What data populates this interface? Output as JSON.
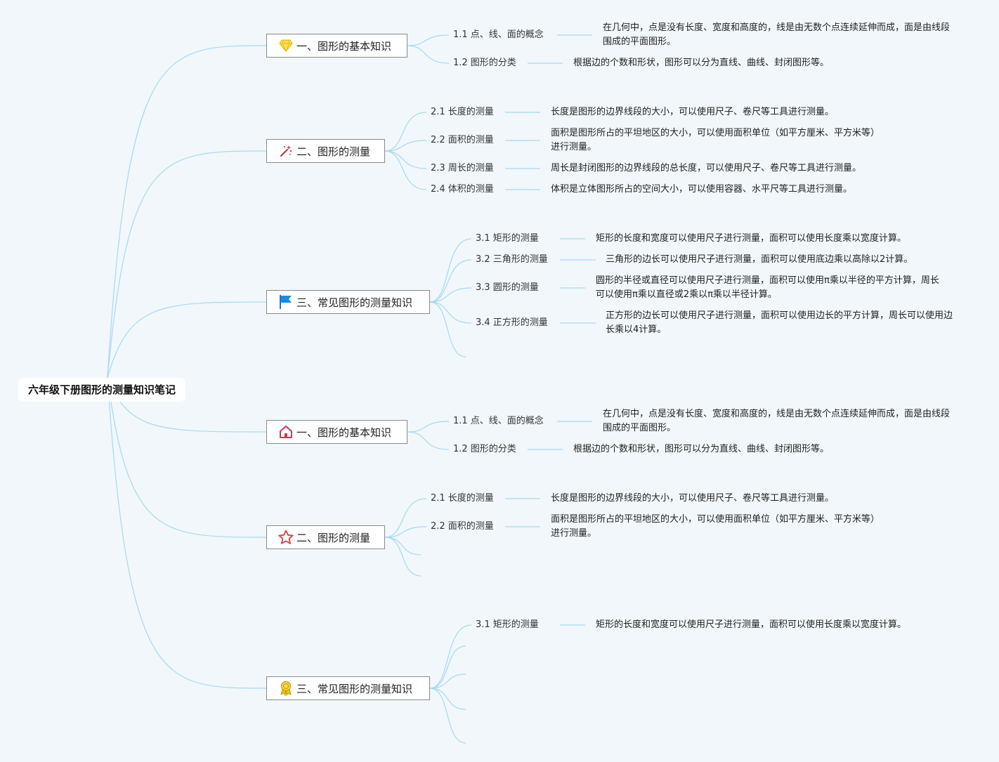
{
  "root": {
    "title": "六年级下册图形的测量知识笔记"
  },
  "colors": {
    "line": "#a6d9f0",
    "background": "#f1f7fb",
    "node_border": "#8a8a8a"
  },
  "topics": [
    {
      "label": "一、图形的基本知识",
      "icon": "diamond-icon",
      "items": [
        {
          "label": "1.1 点、线、面的概念",
          "desc": "在几何中，点是没有长度、宽度和高度的，线是由无数个点连续延伸而成，面是由线段围成的平面图形。"
        },
        {
          "label": "1.2 图形的分类",
          "desc": "根据边的个数和形状，图形可以分为直线、曲线、封闭图形等。"
        }
      ]
    },
    {
      "label": "二、图形的测量",
      "icon": "magic-wand-icon",
      "items": [
        {
          "label": "2.1 长度的测量",
          "desc": "长度是图形的边界线段的大小，可以使用尺子、卷尺等工具进行测量。"
        },
        {
          "label": "2.2 面积的测量",
          "desc": "面积是图形所占的平坦地区的大小，可以使用面积单位（如平方厘米、平方米等）进行测量。"
        },
        {
          "label": "2.3 周长的测量",
          "desc": "周长是封闭图形的边界线段的总长度，可以使用尺子、卷尺等工具进行测量。"
        },
        {
          "label": "2.4 体积的测量",
          "desc": "体积是立体图形所占的空间大小，可以使用容器、水平尺等工具进行测量。"
        }
      ]
    },
    {
      "label": "三、常见图形的测量知识",
      "icon": "flag-icon",
      "items": [
        {
          "label": "3.1 矩形的测量",
          "desc": "矩形的长度和宽度可以使用尺子进行测量，面积可以使用长度乘以宽度计算。"
        },
        {
          "label": "3.2 三角形的测量",
          "desc": "三角形的边长可以使用尺子进行测量，面积可以使用底边乘以高除以2计算。"
        },
        {
          "label": "3.3 圆形的测量",
          "desc": "圆形的半径或直径可以使用尺子进行测量，面积可以使用π乘以半径的平方计算，周长可以使用π乘以直径或2乘以π乘以半径计算。"
        },
        {
          "label": "3.4 正方形的测量",
          "desc": "正方形的边长可以使用尺子进行测量，面积可以使用边长的平方计算，周长可以使用边长乘以4计算。"
        },
        {
          "label": "",
          "desc": ""
        }
      ]
    },
    {
      "label": "一、图形的基本知识",
      "icon": "home-icon",
      "items": [
        {
          "label": "1.1 点、线、面的概念",
          "desc": "在几何中，点是没有长度、宽度和高度的，线是由无数个点连续延伸而成，面是由线段围成的平面图形。"
        },
        {
          "label": "1.2 图形的分类",
          "desc": "根据边的个数和形状，图形可以分为直线、曲线、封闭图形等。"
        }
      ]
    },
    {
      "label": "二、图形的测量",
      "icon": "star-icon",
      "items": [
        {
          "label": "2.1 长度的测量",
          "desc": "长度是图形的边界线段的大小，可以使用尺子、卷尺等工具进行测量。"
        },
        {
          "label": "2.2 面积的测量",
          "desc": "面积是图形所占的平坦地区的大小，可以使用面积单位（如平方厘米、平方米等）进行测量。"
        },
        {
          "label": "",
          "desc": ""
        },
        {
          "label": "",
          "desc": ""
        }
      ]
    },
    {
      "label": "三、常见图形的测量知识",
      "icon": "medal-icon",
      "items": [
        {
          "label": "3.1 矩形的测量",
          "desc": "矩形的长度和宽度可以使用尺子进行测量，面积可以使用长度乘以宽度计算。"
        },
        {
          "label": "",
          "desc": ""
        },
        {
          "label": "",
          "desc": ""
        },
        {
          "label": "",
          "desc": ""
        },
        {
          "label": "",
          "desc": ""
        }
      ]
    }
  ]
}
